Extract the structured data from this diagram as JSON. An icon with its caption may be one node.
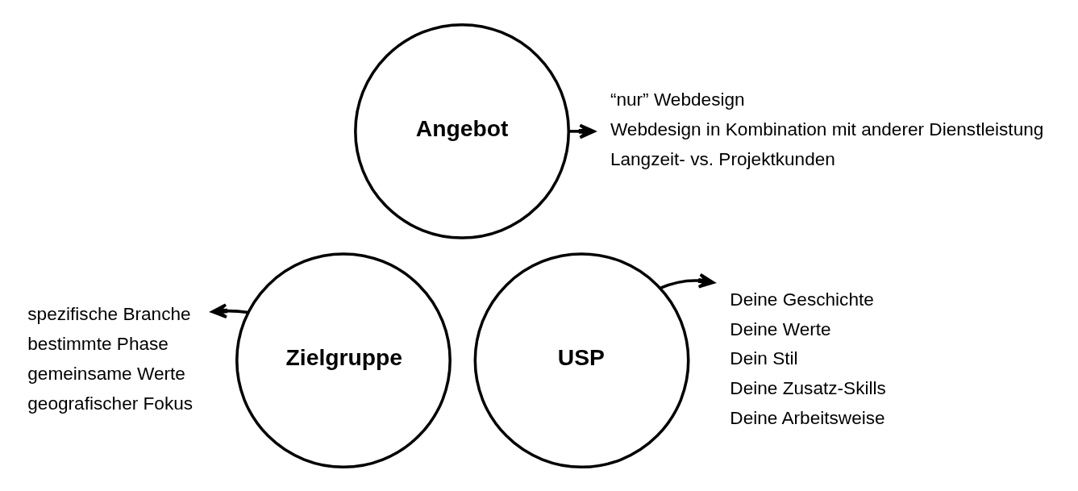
{
  "diagram": {
    "nodes": [
      {
        "text": [
          "Angebot"
        ]
      },
      {
        "text": [
          "“nur” Webdesign",
          "Webdesign in Kombination mit anderer Dienstleistung",
          "Langzeit- vs. Projektkunden"
        ]
      },
      {
        "text": [
          "spezifische Branche",
          "bestimmte Phase",
          "gemeinsame Werte",
          "geografischer Fokus"
        ]
      },
      {
        "text": [
          "Zielgruppe"
        ]
      },
      {
        "text": [
          "USP"
        ]
      },
      {
        "text": [
          "Deine Geschichte",
          "Deine Werte",
          "Dein Stil",
          "Deine Zusatz-Skills",
          "Deine Arbeitsweise"
        ]
      }
    ],
    "edges": [
      {
        "from": 0,
        "to": 1,
        "arrow": "to"
      },
      {
        "from": 3,
        "to": 2,
        "arrow": "to"
      },
      {
        "from": 4,
        "to": 5,
        "arrow": "to"
      }
    ]
  }
}
